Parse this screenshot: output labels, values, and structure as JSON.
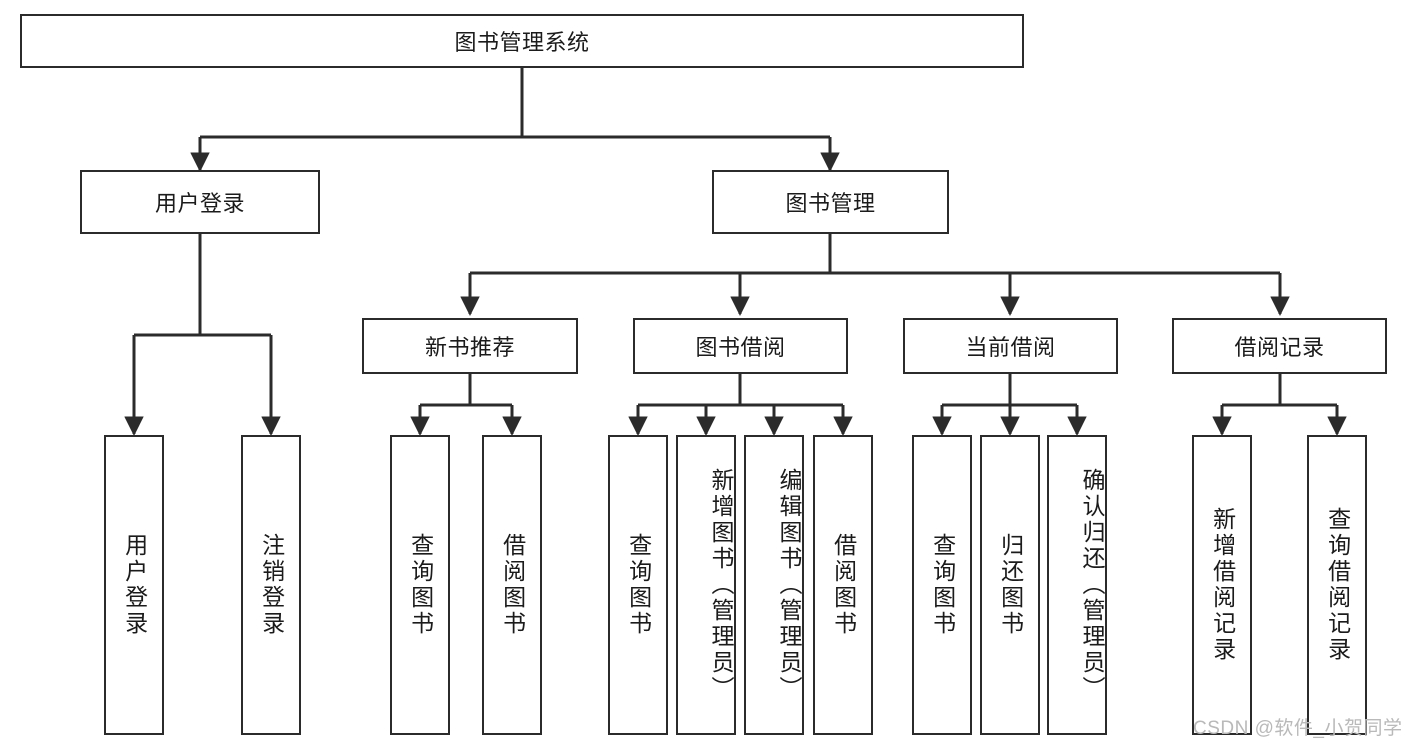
{
  "diagram": {
    "title": "图书管理系统",
    "type": "tree-hierarchy",
    "orientation": "top-down",
    "colors": {
      "box_border": "#2b2b2b",
      "box_fill": "#ffffff",
      "connector": "#2b2b2b",
      "text": "#1b1b1b",
      "watermark": "#b9b9b9",
      "background": "#ffffff"
    },
    "root": {
      "label": "图书管理系统"
    },
    "level2": [
      {
        "label": "用户登录"
      },
      {
        "label": "图书管理"
      }
    ],
    "level3": [
      {
        "label": "新书推荐"
      },
      {
        "label": "图书借阅"
      },
      {
        "label": "当前借阅"
      },
      {
        "label": "借阅记录"
      }
    ],
    "leaves": {
      "user_login": [
        {
          "label": "用户登录"
        },
        {
          "label": "注销登录"
        }
      ],
      "new_book": [
        {
          "label": "查询图书"
        },
        {
          "label": "借阅图书"
        }
      ],
      "book_borrow": [
        {
          "label": "查询图书"
        },
        {
          "label": "新增图书（管理员）"
        },
        {
          "label": "编辑图书（管理员）"
        },
        {
          "label": "借阅图书"
        }
      ],
      "current_borrow": [
        {
          "label": "查询图书"
        },
        {
          "label": "归还图书"
        },
        {
          "label": "确认归还（管理员）"
        }
      ],
      "borrow_record": [
        {
          "label": "新增借阅记录"
        },
        {
          "label": "查询借阅记录"
        }
      ]
    },
    "watermark": "CSDN @软件_小贺同学"
  }
}
